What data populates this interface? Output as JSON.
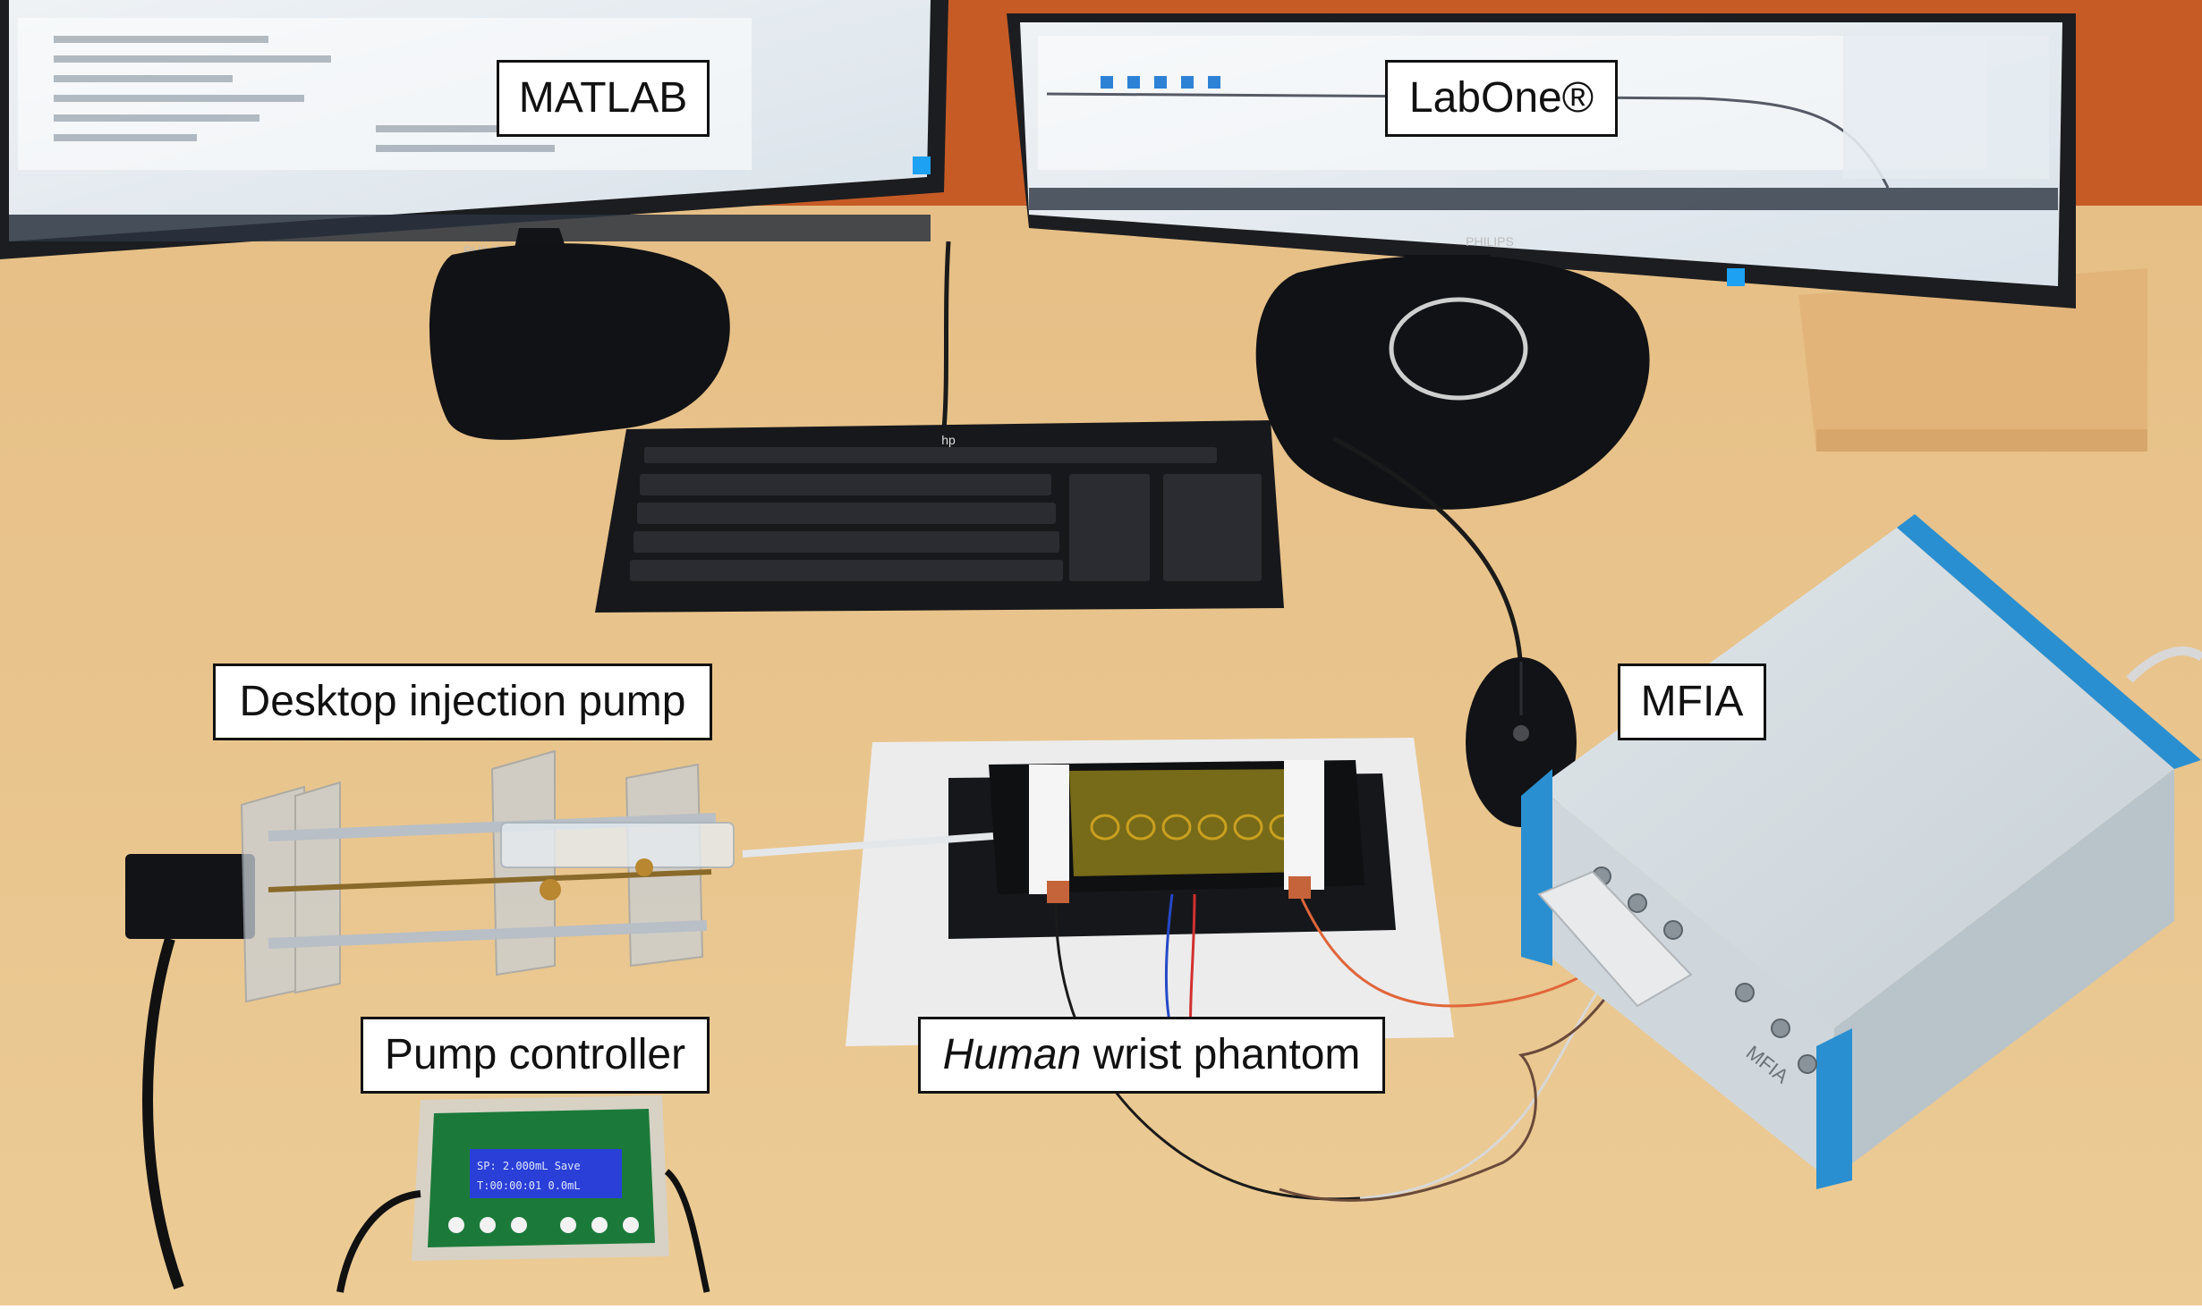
{
  "labels": {
    "matlab": "MATLAB",
    "labone": "LabOne®",
    "pump": "Desktop injection pump",
    "mfia": "MFIA",
    "controller": "Pump controller",
    "phantom_em": "Human",
    "phantom_rest": " wrist phantom"
  },
  "device_text": {
    "monitor_brand": "PHILIPS",
    "keyboard_brand": "hp",
    "mfia_panel": "MFIA",
    "lcd_line1": "SP: 2.000mL Save",
    "lcd_line2": "T:00:00:01 0.0mL"
  },
  "colors": {
    "desk": "#e9c48b",
    "wall": "#c85a24",
    "foam": "#eeeeee",
    "mfia_blue": "#2a8fd0",
    "pcb_green": "#1b7a3a",
    "lcd_blue": "#2a3fd8"
  }
}
